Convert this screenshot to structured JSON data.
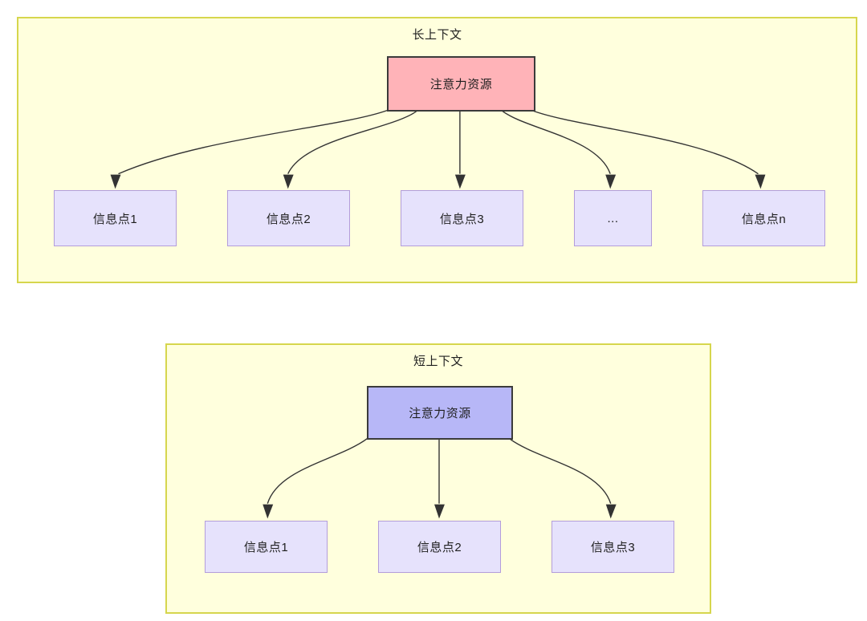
{
  "diagram": {
    "title_long": "长上下文",
    "title_short": "短上下文",
    "colors": {
      "panel_fill": "#ffffdd",
      "panel_border": "#d6d64d",
      "root_long_fill": "#ffb3b8",
      "root_short_fill": "#b7b7f7",
      "root_border": "#3b3b3b",
      "leaf_fill": "#e6e2fc",
      "leaf_border": "#b39ddb",
      "edge": "#333333",
      "text": "#1f1f1f"
    }
  },
  "panel_long": {
    "title": "长上下文",
    "root": {
      "label": "注意力资源"
    },
    "leaves": [
      {
        "label": "信息点1"
      },
      {
        "label": "信息点2"
      },
      {
        "label": "信息点3"
      },
      {
        "label": "..."
      },
      {
        "label": "信息点n"
      }
    ]
  },
  "panel_short": {
    "title": "短上下文",
    "root": {
      "label": "注意力资源"
    },
    "leaves": [
      {
        "label": "信息点1"
      },
      {
        "label": "信息点2"
      },
      {
        "label": "信息点3"
      }
    ]
  }
}
